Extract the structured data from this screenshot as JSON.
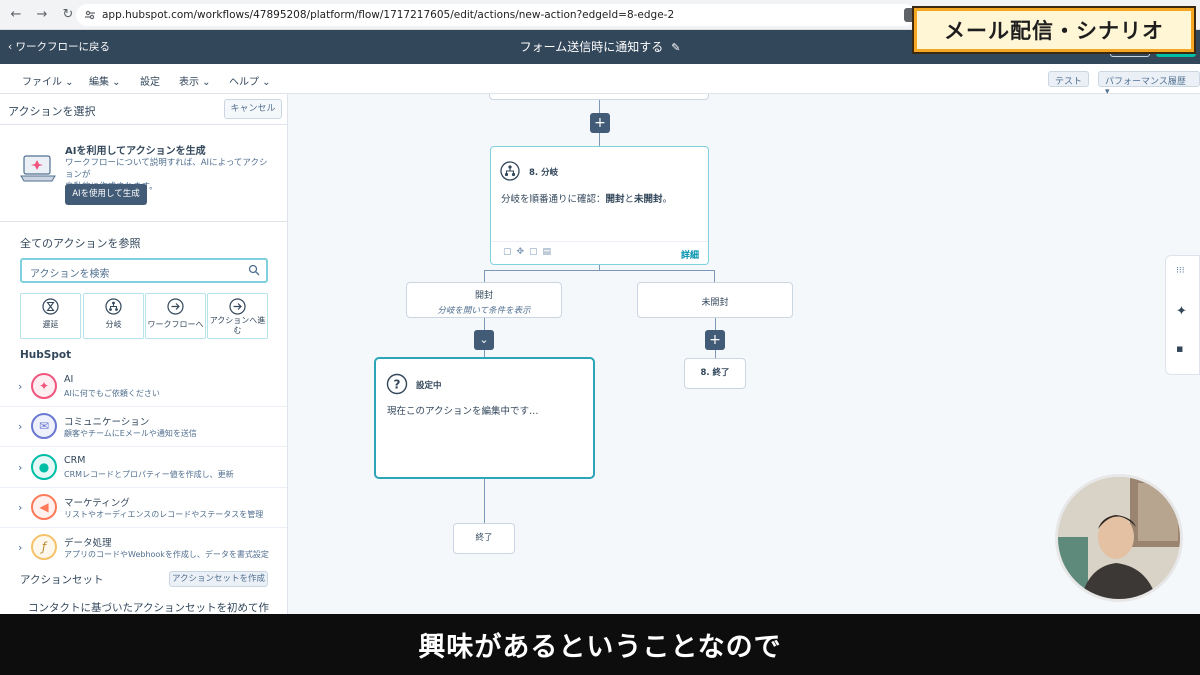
{
  "browser": {
    "url": "app.hubspot.com/workflows/47895208/platform/flow/1717217605/edit/actions/new-action?edgeId=8-edge-2"
  },
  "header": {
    "back_label": "ワークフローに戻る",
    "title": "フォーム送信時に通知する"
  },
  "badge": {
    "text": "メール配信・シナリオ"
  },
  "menu": {
    "items": [
      "ファイル",
      "編集",
      "設定",
      "表示",
      "ヘルプ"
    ],
    "test_label": "テスト",
    "perf_label": "パフォーマンス履歴"
  },
  "panel": {
    "title": "アクションを選択",
    "cancel_label": "キャンセル",
    "ai": {
      "title": "AIを利用してアクションを生成",
      "desc_line1": "ワークフローについて説明すれば、AIによってアクションが",
      "desc_line2": "自動的に作成されます。",
      "button": "AIを使用して生成"
    },
    "browse_title": "全てのアクションを参照",
    "search_placeholder": "アクションを検索",
    "tiles": [
      {
        "label": "遅延",
        "icon": "hourglass-icon"
      },
      {
        "label": "分岐",
        "icon": "branch-icon"
      },
      {
        "label": "ワークフローへ",
        "icon": "arrow-circle-icon"
      },
      {
        "label_line1": "アクションへ進",
        "label_line2": "む",
        "icon": "arrow-circle-icon"
      }
    ],
    "hubspot_title": "HubSpot",
    "categories": [
      {
        "name": "AI",
        "desc": "AIに何でもご依頼ください",
        "color": "#f2547d"
      },
      {
        "name": "コミュニケーション",
        "desc": "顧客やチームにEメールや通知を送信",
        "color": "#6a78d1"
      },
      {
        "name": "CRM",
        "desc": "CRMレコードとプロパティー値を作成し、更新",
        "color": "#00bda5"
      },
      {
        "name": "マーケティング",
        "desc": "リストやオーディエンスのレコードやステータスを管理",
        "color": "#ff7a59"
      },
      {
        "name": "データ処理",
        "desc": "アプリのコードやWebhookを作成し、データを書式設定",
        "color": "#f5c26b"
      }
    ],
    "action_set_title": "アクションセット",
    "action_set_button": "アクションセットを作成",
    "action_set_desc": "コンタクトに基づいたアクションセットを初めて作"
  },
  "canvas": {
    "branch_card": {
      "number": "8. 分岐",
      "text_prefix": "分岐を順番通りに確認：",
      "text_a": "開封",
      "text_and": "と",
      "text_b": "未開封",
      "text_suffix": "。",
      "detail_link": "詳細"
    },
    "branch_open": {
      "title": "開封",
      "subtitle": "分岐を開いて条件を表示"
    },
    "branch_unopened": {
      "title": "未開封"
    },
    "end_small": "8. 終了",
    "editing_card": {
      "title": "設定中",
      "text": "現在このアクションを編集中です…"
    },
    "end_bottom": "終了"
  },
  "subtitle": {
    "text": "興味があるということなので"
  }
}
